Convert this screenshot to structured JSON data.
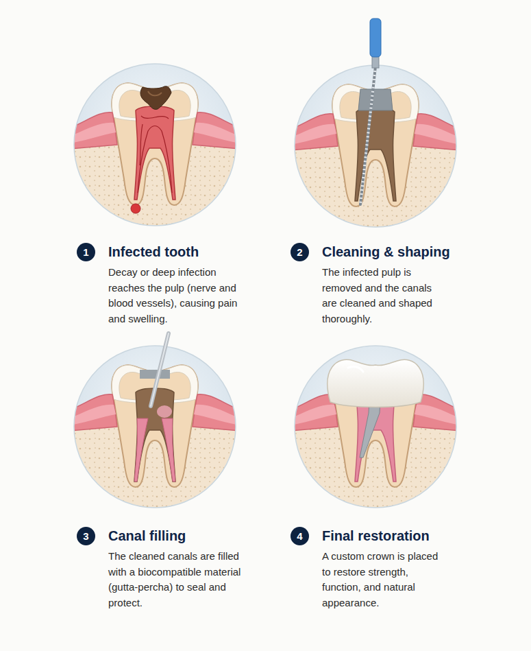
{
  "diagram": {
    "nodes": [
      {
        "text": [
          "1",
          "Infected tooth",
          "Decay or deep infection reaches the pulp (nerve and blood vessels), causing pain and swelling."
        ]
      },
      {
        "text": [
          "2",
          "Cleaning & shaping",
          "The infected pulp is removed and the canals are cleaned and shaped thoroughly."
        ]
      },
      {
        "text": [
          "3",
          "Canal filling",
          "The cleaned canals are filled with a biocompatible material (gutta-percha) to seal and protect."
        ]
      },
      {
        "text": [
          "4",
          "Final restoration",
          "A custom crown is placed to restore strength, function, and natural appearance."
        ]
      }
    ]
  }
}
